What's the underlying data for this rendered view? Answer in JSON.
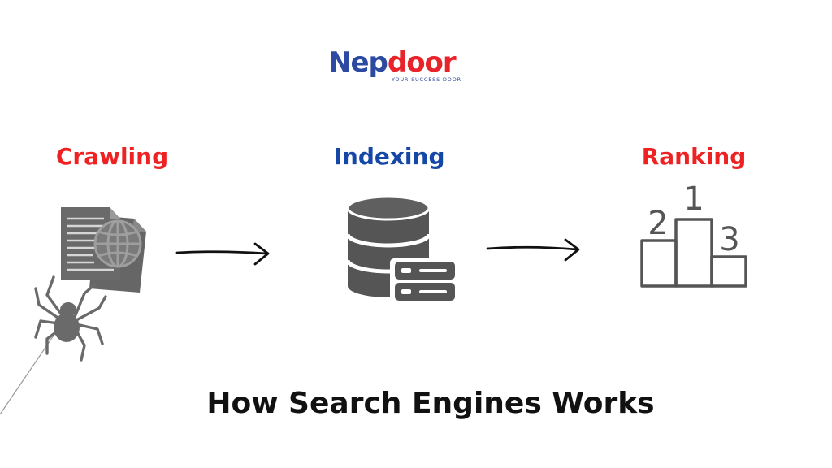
{
  "logo": {
    "part1": "Nep",
    "part2": "door",
    "tagline": "YOUR SUCCESS DOOR",
    "color1": "#2d4aa3",
    "color2": "#e8232a"
  },
  "stages": [
    {
      "label": "Crawling",
      "color": "#ee2222",
      "icon": "documents-spider-icon"
    },
    {
      "label": "Indexing",
      "color": "#1447a6",
      "icon": "database-server-icon"
    },
    {
      "label": "Ranking",
      "color": "#ee2222",
      "icon": "podium-icon"
    }
  ],
  "podium": {
    "first": "1",
    "second": "2",
    "third": "3"
  },
  "caption": "How Search Engines Works",
  "colors": {
    "icon": "#555555",
    "arrow": "#111111"
  }
}
